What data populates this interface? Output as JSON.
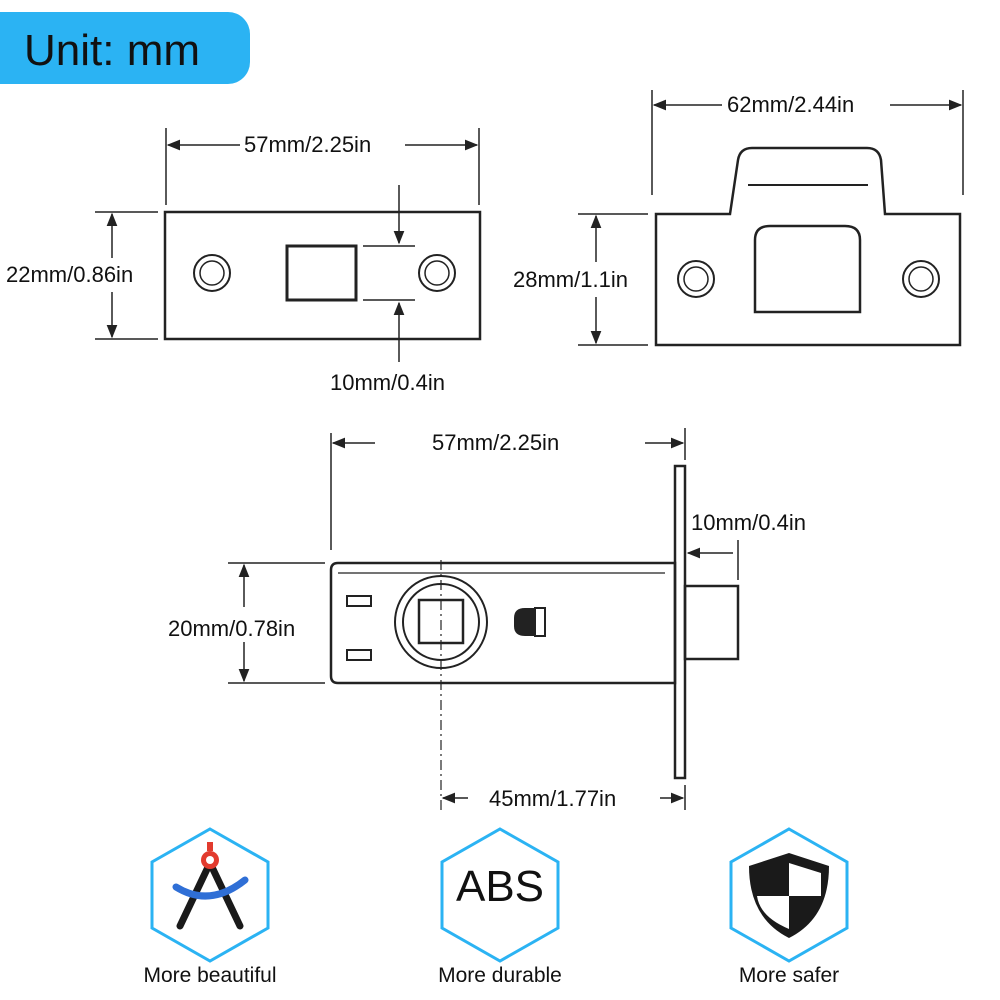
{
  "unit_badge": {
    "text": "Unit: mm",
    "color": "#2bb3f3"
  },
  "strike_plate": {
    "width_label": "57mm/2.25in",
    "height_label": "22mm/0.86in",
    "opening_label": "10mm/0.4in"
  },
  "strike_box": {
    "width_label": "62mm/2.44in",
    "height_label": "28mm/1.1in"
  },
  "latch_body": {
    "length_label": "57mm/2.25in",
    "bolt_label": "10mm/0.4in",
    "height_label": "20mm/0.78in",
    "backset_label": "45mm/1.77in"
  },
  "features": [
    {
      "icon": "compass-icon",
      "label": "More beautiful"
    },
    {
      "icon": "abs-icon",
      "text": "ABS",
      "label": "More durable"
    },
    {
      "icon": "shield-icon",
      "label": "More safer"
    }
  ],
  "colors": {
    "accent": "#2bb3f3",
    "icon_blue": "#2f6fd6",
    "icon_red": "#e23b2e",
    "line": "#222222"
  }
}
